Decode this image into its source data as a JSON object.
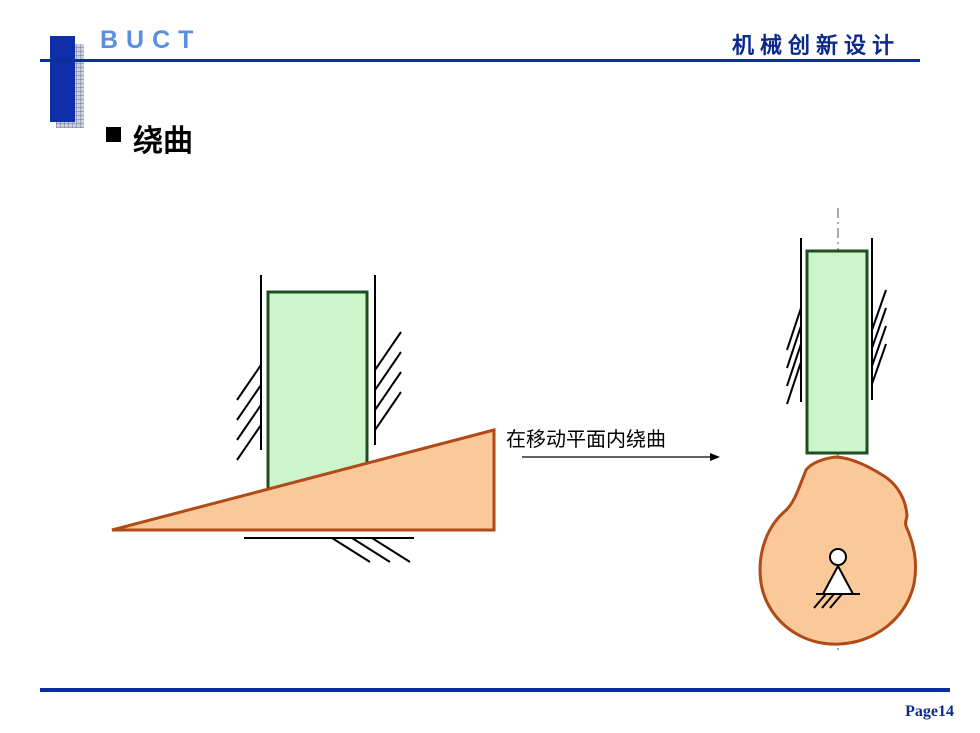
{
  "header": {
    "logo": "BUCT",
    "course_title": "机械创新设计"
  },
  "slide": {
    "section_title": "绕曲"
  },
  "diagram": {
    "arrow_label": "在移动平面内绕曲"
  },
  "footer": {
    "page_number": "Page14"
  },
  "colors": {
    "header_blue": "#0a2f9a",
    "logo_blue": "#5b8fe0",
    "follower_fill": "#ccf5cc",
    "follower_stroke": "#1f4d1f",
    "cam_fill": "#fbc89a",
    "cam_stroke": "#b04a16"
  }
}
